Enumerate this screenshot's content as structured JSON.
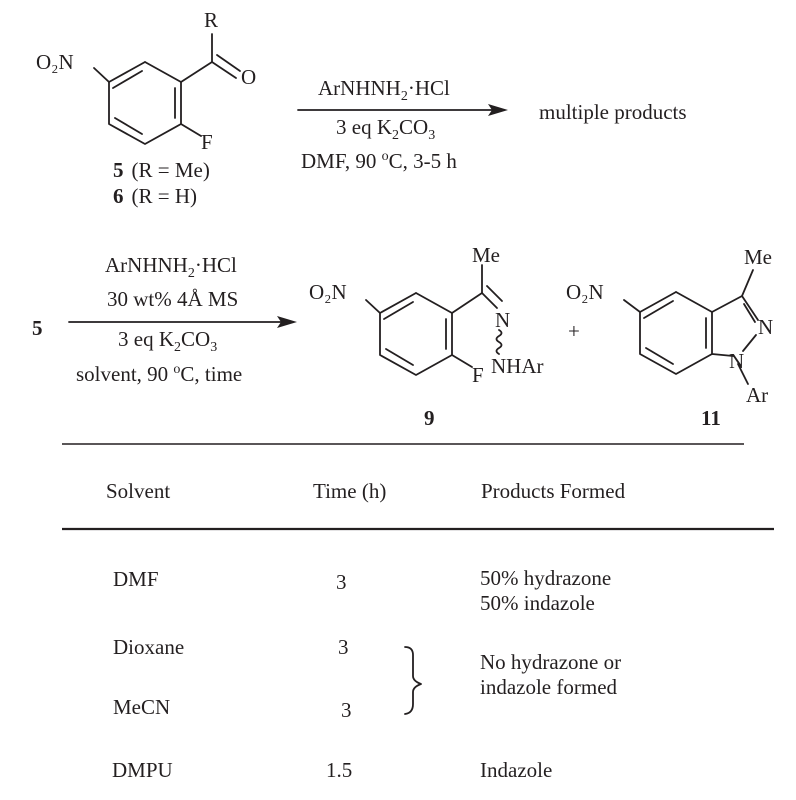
{
  "scheme1": {
    "substituent_R": "R",
    "group_O2N": "O₂N",
    "atom_O": "O",
    "atom_F": "F",
    "cmpd5_num": "5",
    "cmpd5_def": "(R = Me)",
    "cmpd6_num": "6",
    "cmpd6_def": "(R = H)",
    "reagent_pre": "ArNHNH",
    "reagent_sub": "2",
    "reagent_post": "·HCl",
    "base_pre": "3 eq K",
    "base_sub1": "2",
    "base_mid": "CO",
    "base_sub2": "3",
    "cond_pre": "DMF, 90 ",
    "cond_sup": "o",
    "cond_post": "C, 3-5 h",
    "result": "multiple products"
  },
  "scheme2": {
    "start_num": "5",
    "reagent_pre": "ArNHNH",
    "reagent_sub": "2",
    "reagent_post": "·HCl",
    "additive": "30 wt% 4Å MS",
    "base_pre": "3 eq K",
    "base_sub1": "2",
    "base_mid": "CO",
    "base_sub2": "3",
    "cond_pre": "solvent, 90 ",
    "cond_sup": "o",
    "cond_post": "C, time",
    "prod9_Me": "Me",
    "prod9_O2N": "O₂N",
    "prod9_N": "N",
    "prod9_NHAr": "NHAr",
    "prod9_F": "F",
    "prod9_num": "9",
    "plus": "+",
    "prod11_O2N": "O₂N",
    "prod11_Me": "Me",
    "prod11_N2": "N",
    "prod11_N1": "N",
    "prod11_Ar": "Ar",
    "prod11_num": "11"
  },
  "table": {
    "headers": [
      "Solvent",
      "Time (h)",
      "Products Formed"
    ],
    "rows": [
      {
        "solvent": "DMF",
        "time": "3",
        "products": [
          "50% hydrazone",
          "50% indazole"
        ]
      },
      {
        "solvent": "Dioxane",
        "time": "3"
      },
      {
        "solvent": "MeCN",
        "time": "3"
      },
      {
        "solvent": "DMPU",
        "time": "1.5",
        "products": [
          "Indazole"
        ]
      }
    ],
    "grouped_products": [
      "No hydrazone or",
      "indazole formed"
    ]
  }
}
